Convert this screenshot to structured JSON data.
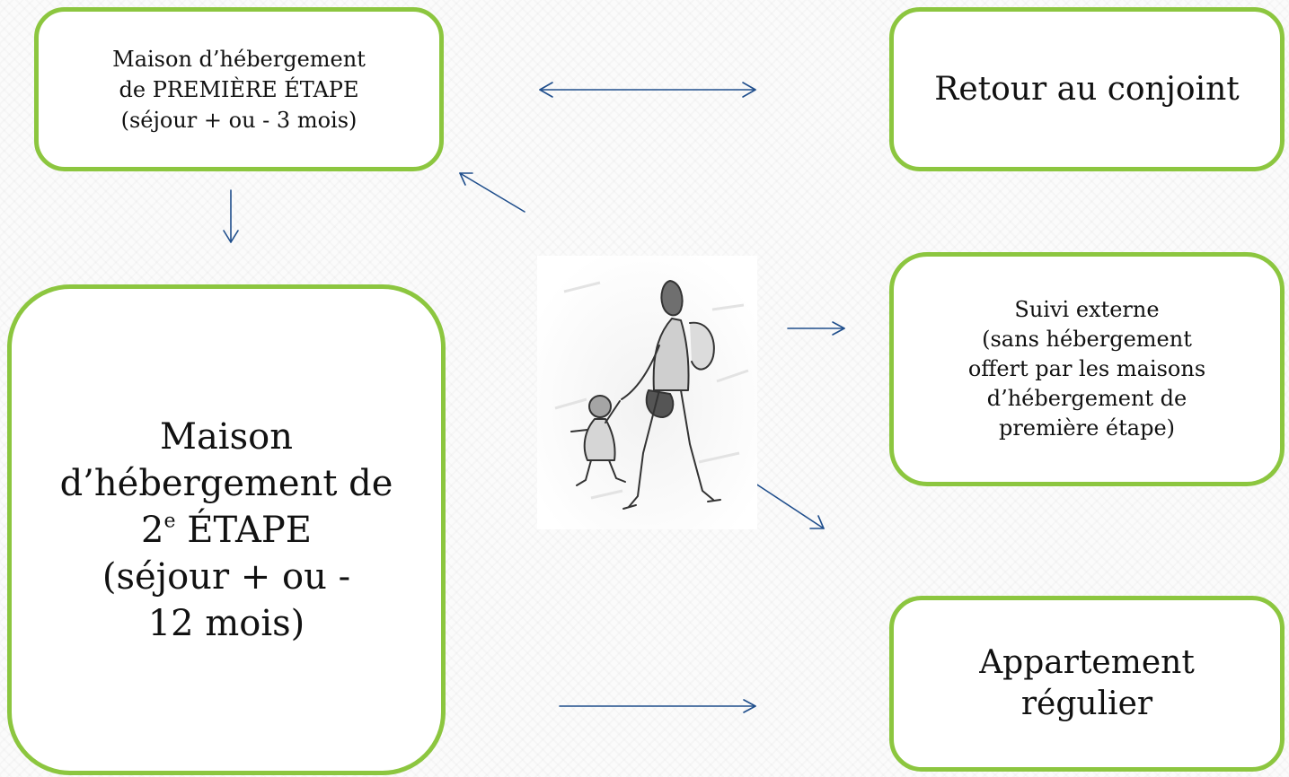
{
  "boxes": {
    "first_stage": "Maison d’hébergement\nde PREMIÈRE ÉTAPE\n(séjour + ou - 3 mois)",
    "return_spouse": "Retour au conjoint",
    "second_stage": {
      "line1": "Maison",
      "line2": "d’hébergement de",
      "num": "2",
      "sup": "e",
      "etape": " ÉTAPE",
      "line4": "(séjour + ou -",
      "line5": "12 mois)"
    },
    "external_followup": "Suivi externe\n(sans hébergement\noffert par les maisons\nd’hébergement de\npremière étape)",
    "apartment": "Appartement\nrégulier"
  },
  "colors": {
    "box_border": "#8cc63f",
    "arrow": "#1f4e8c"
  },
  "illustration": {
    "icon": "mother-child-walking-icon"
  }
}
